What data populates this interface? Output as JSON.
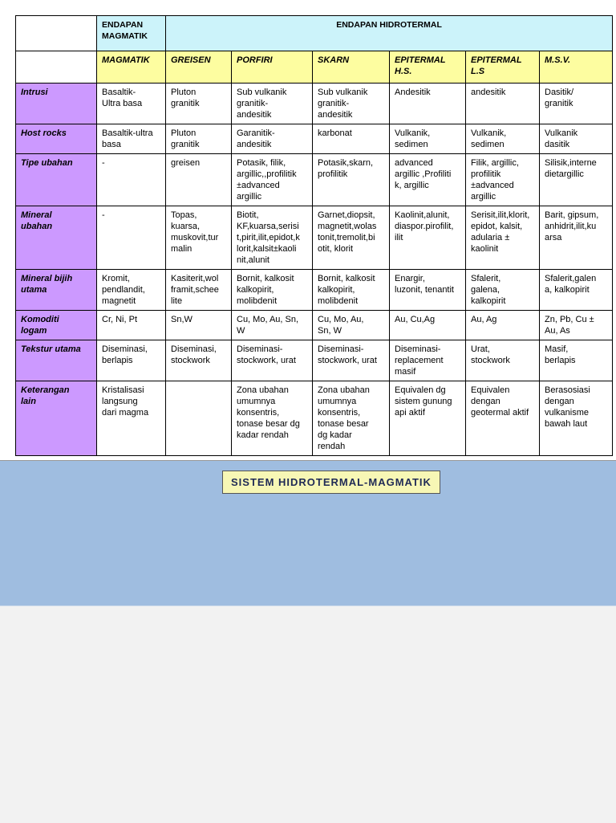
{
  "table": {
    "group_headers": {
      "magmatic": "ENDAPAN\nMAGMATIK",
      "hydrothermal": "ENDAPAN HIDROTERMAL"
    },
    "columns": [
      "MAGMATIK",
      "GREISEN",
      "PORFIRI",
      "SKARN",
      "EPITERMAL\nH.S.",
      "EPITERMAL\nL.S",
      "M.S.V."
    ],
    "rows": [
      {
        "label": "Intrusi",
        "cells": [
          "Basaltik-\nUltra basa",
          "Pluton\ngranitik",
          "Sub vulkanik\ngranitik-\nandesitik",
          "Sub vulkanik\ngranitik-\nandesitik",
          "Andesitik",
          "andesitik",
          "Dasitik/\ngranitik"
        ]
      },
      {
        "label": "Host rocks",
        "cells": [
          "Basaltik-ultra\nbasa",
          "Pluton\ngranitik",
          "Garanitik-\nandesitik",
          "karbonat",
          "Vulkanik,\nsedimen",
          "Vulkanik,\nsedimen",
          "Vulkanik\ndasitik"
        ]
      },
      {
        "label": "Tipe ubahan",
        "cells": [
          "-",
          "greisen",
          "Potasik, filik,\nargillic,,profilitik\n±advanced\nargillic",
          "Potasik,skarn,\nprofilitik",
          "advanced\nargillic ,Profiliti\nk, argillic",
          "Filik, argillic,\nprofilitik\n±advanced\nargillic",
          "Silisik,interne\ndietargillic"
        ]
      },
      {
        "label": "Mineral\nubahan",
        "cells": [
          "-",
          "Topas,\nkuarsa,\nmuskovit,tur\nmalin",
          "Biotit,\nKF,kuarsa,serisi\nt,pirit,ilit,epidot,k\nlorit,kalsit±kaoli\nnit,alunit",
          "Garnet,diopsit,\nmagnetit,wolas\ntonit,tremolit,bi\notit, klorit",
          "Kaolinit,alunit,\ndiaspor.pirofilit,\nilit",
          "Serisit,ilit,klorit,\nepidot, kalsit,\nadularia ±\nkaolinit",
          "Barit, gipsum,\nanhidrit,ilit,ku\narsa"
        ]
      },
      {
        "label": "Mineral bijih\nutama",
        "cells": [
          "Kromit,\npendlandit,\nmagnetit",
          "Kasiterit,wol\nframit,schee\nlite",
          "Bornit, kalkosit\nkalkopirit,\nmolibdenit",
          "Bornit, kalkosit\nkalkopirit,\nmolibdenit",
          "Enargir,\nluzonit, tenantit",
          "Sfalerit,\ngalena,\nkalkopirit",
          "Sfalerit,galen\na, kalkopirit"
        ]
      },
      {
        "label": "Komoditi\nlogam",
        "cells": [
          "Cr, Ni, Pt",
          "Sn,W",
          "Cu, Mo, Au, Sn,\nW",
          "Cu, Mo, Au,\nSn, W",
          "Au, Cu,Ag",
          "Au, Ag",
          "Zn, Pb, Cu ±\nAu, As"
        ]
      },
      {
        "label": "Tekstur utama",
        "cells": [
          "Diseminasi,\nberlapis",
          "Diseminasi,\nstockwork",
          "Diseminasi-\nstockwork, urat",
          "Diseminasi-\nstockwork, urat",
          "Diseminasi-\nreplacement\nmasif",
          "Urat,\nstockwork",
          "Masif,\nberlapis"
        ]
      },
      {
        "label": "Keterangan\nlain",
        "cells": [
          "Kristalisasi\nlangsung\ndari magma",
          "",
          "Zona ubahan\numumnya\nkonsentris,\ntonase besar dg\nkadar rendah",
          "Zona ubahan\numumnya\nkonsentris,\ntonase besar\ndg kadar\nrendah",
          "Equivalen dg\nsistem gunung\napi aktif",
          "Equivalen\ndengan\ngeotermal aktif",
          "Berasosiasi\ndengan\nvulkanisme\nbawah laut"
        ]
      }
    ]
  },
  "diagram": {
    "title": "SISTEM HIDROTERMAL-MAGMATIK"
  }
}
